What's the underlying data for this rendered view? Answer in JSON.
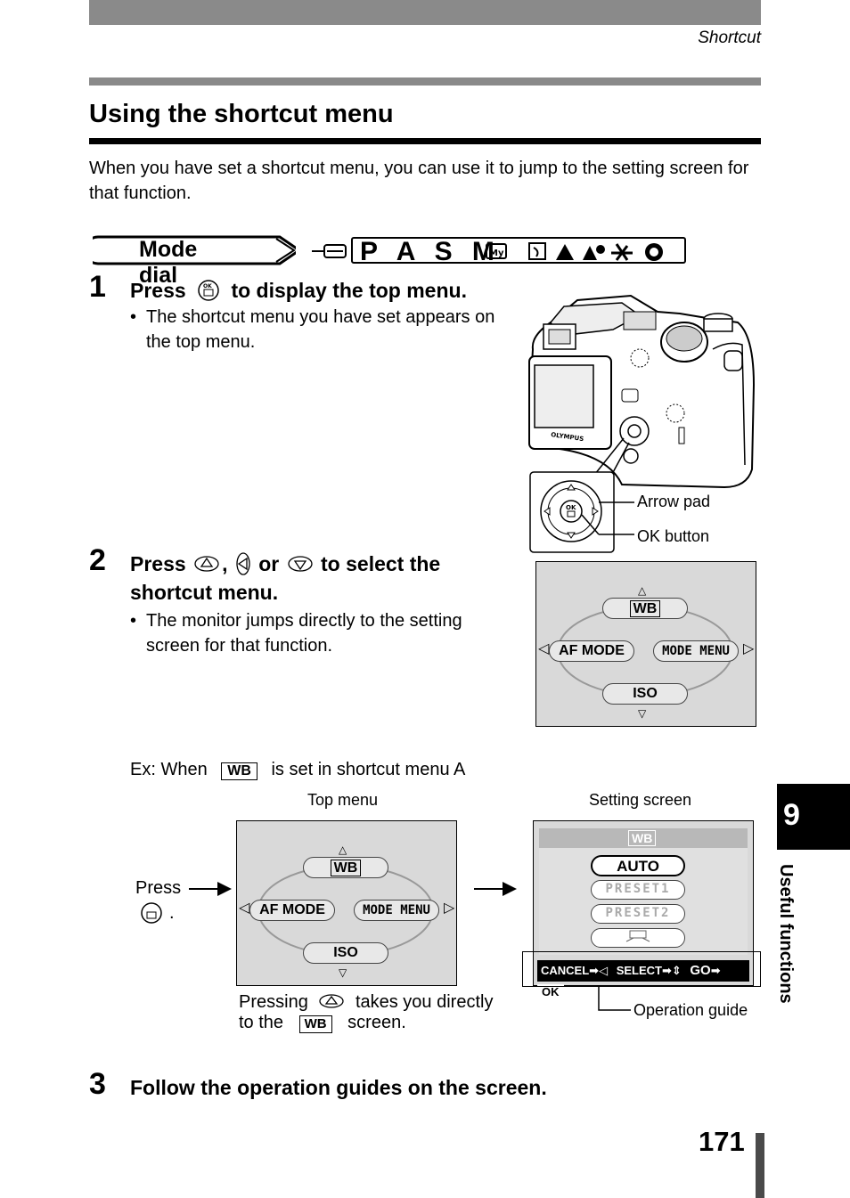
{
  "header": {
    "label": "Shortcut"
  },
  "section": {
    "title": "Using the shortcut menu",
    "intro": "When you have set a shortcut menu, you can use it to jump to the setting screen for that function."
  },
  "mode_dial": {
    "label": "Mode dial",
    "modes": "P A S M"
  },
  "steps": [
    {
      "num": "1",
      "pre": "Press",
      "post": "to display the top menu.",
      "bullet": "The shortcut menu you have set appears on the top menu."
    },
    {
      "num": "2",
      "pre": "Press",
      "comma": ",",
      "or": "or",
      "post": "to select the",
      "line2": "shortcut menu.",
      "bullet": "The monitor jumps directly to the setting screen for that function."
    },
    {
      "num": "3",
      "title": "Follow the operation guides on the screen."
    }
  ],
  "camera": {
    "brand": "OLYMPUS",
    "arrow_pad_label": "Arrow pad",
    "ok_button_label": "OK button",
    "ok_text": "OK"
  },
  "menu_screen": {
    "wb": "WB",
    "af_mode": "AF MODE",
    "mode_menu": "MODE MENU",
    "iso": "ISO"
  },
  "example": {
    "pre": "Ex: When",
    "post": "is set in shortcut menu A",
    "top_menu_label": "Top menu",
    "setting_screen_label": "Setting screen",
    "press_label": "Press",
    "period": ".",
    "pressing_pre": "Pressing",
    "pressing_post": "takes you directly",
    "to_the": "to the",
    "screen_word": "screen.",
    "operation_guide_label": "Operation guide"
  },
  "setting_screen": {
    "options": [
      "AUTO",
      "PRESET1",
      "PRESET2"
    ],
    "guide": {
      "cancel": "CANCEL",
      "select": "SELECT",
      "go": "GO",
      "ok": "OK"
    }
  },
  "chapter": {
    "number": "9",
    "title": "Useful functions"
  },
  "page_number": "171"
}
